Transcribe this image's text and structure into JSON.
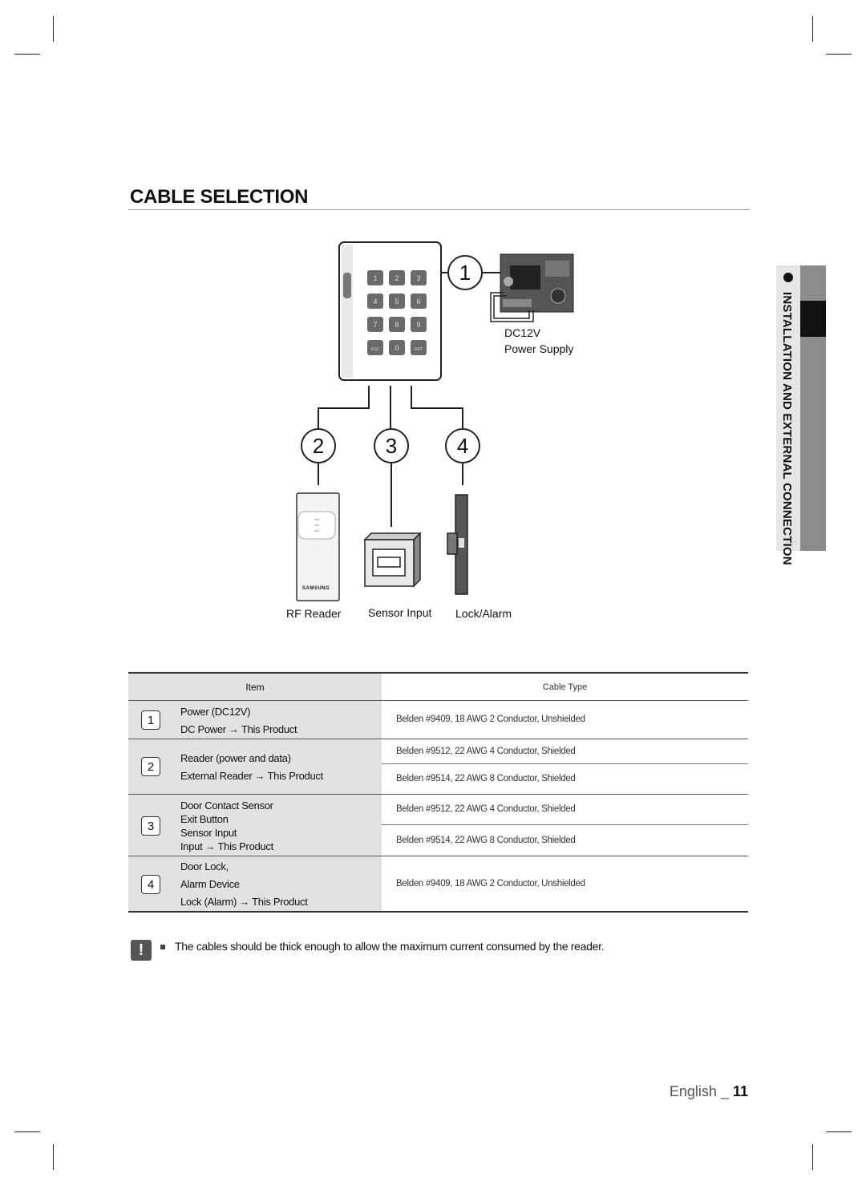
{
  "page": {
    "title": "CABLE SELECTION",
    "side_tab": "INSTALLATION AND EXTERNAL CONNECTION",
    "footer_lang": "English _",
    "footer_page": "11"
  },
  "diagram": {
    "callouts": [
      "1",
      "2",
      "3",
      "4"
    ],
    "keypad_keys": [
      "1",
      "2",
      "3",
      "4",
      "5",
      "6",
      "7",
      "8",
      "9",
      "ESC",
      "0",
      "ENT"
    ],
    "labels": {
      "power_line1": "DC12V",
      "power_line2": "Power Supply",
      "rf_reader": "RF Reader",
      "sensor_input": "Sensor Input",
      "lock_alarm": "Lock/Alarm",
      "brand": "SAMSUNG"
    }
  },
  "table": {
    "headers": {
      "item": "Item",
      "cable_type": "Cable Type"
    },
    "rows": [
      {
        "num": "1",
        "item_lines": [
          "Power (DC12V)",
          "DC Power → This Product"
        ],
        "cables": [
          "Belden #9409, 18 AWG  2 Conductor, Unshielded"
        ]
      },
      {
        "num": "2",
        "item_lines": [
          "Reader (power and data)",
          "External Reader → This Product"
        ],
        "cables": [
          "Belden #9512, 22 AWG  4 Conductor, Shielded",
          "Belden #9514, 22 AWG  8 Conductor, Shielded"
        ]
      },
      {
        "num": "3",
        "item_lines": [
          "Door Contact Sensor",
          "Exit Button",
          "Sensor Input",
          "Input → This Product"
        ],
        "cables": [
          "Belden #9512, 22 AWG  4 Conductor, Shielded",
          "Belden #9514, 22 AWG  8 Conductor, Shielded"
        ]
      },
      {
        "num": "4",
        "item_lines": [
          "Door Lock,",
          "Alarm Device",
          "Lock (Alarm) → This Product"
        ],
        "cables": [
          "Belden #9409, 18 AWG  2 Conductor, Unshielded"
        ]
      }
    ]
  },
  "note": {
    "text": "The cables should be thick enough to allow the maximum current consumed by the reader."
  }
}
